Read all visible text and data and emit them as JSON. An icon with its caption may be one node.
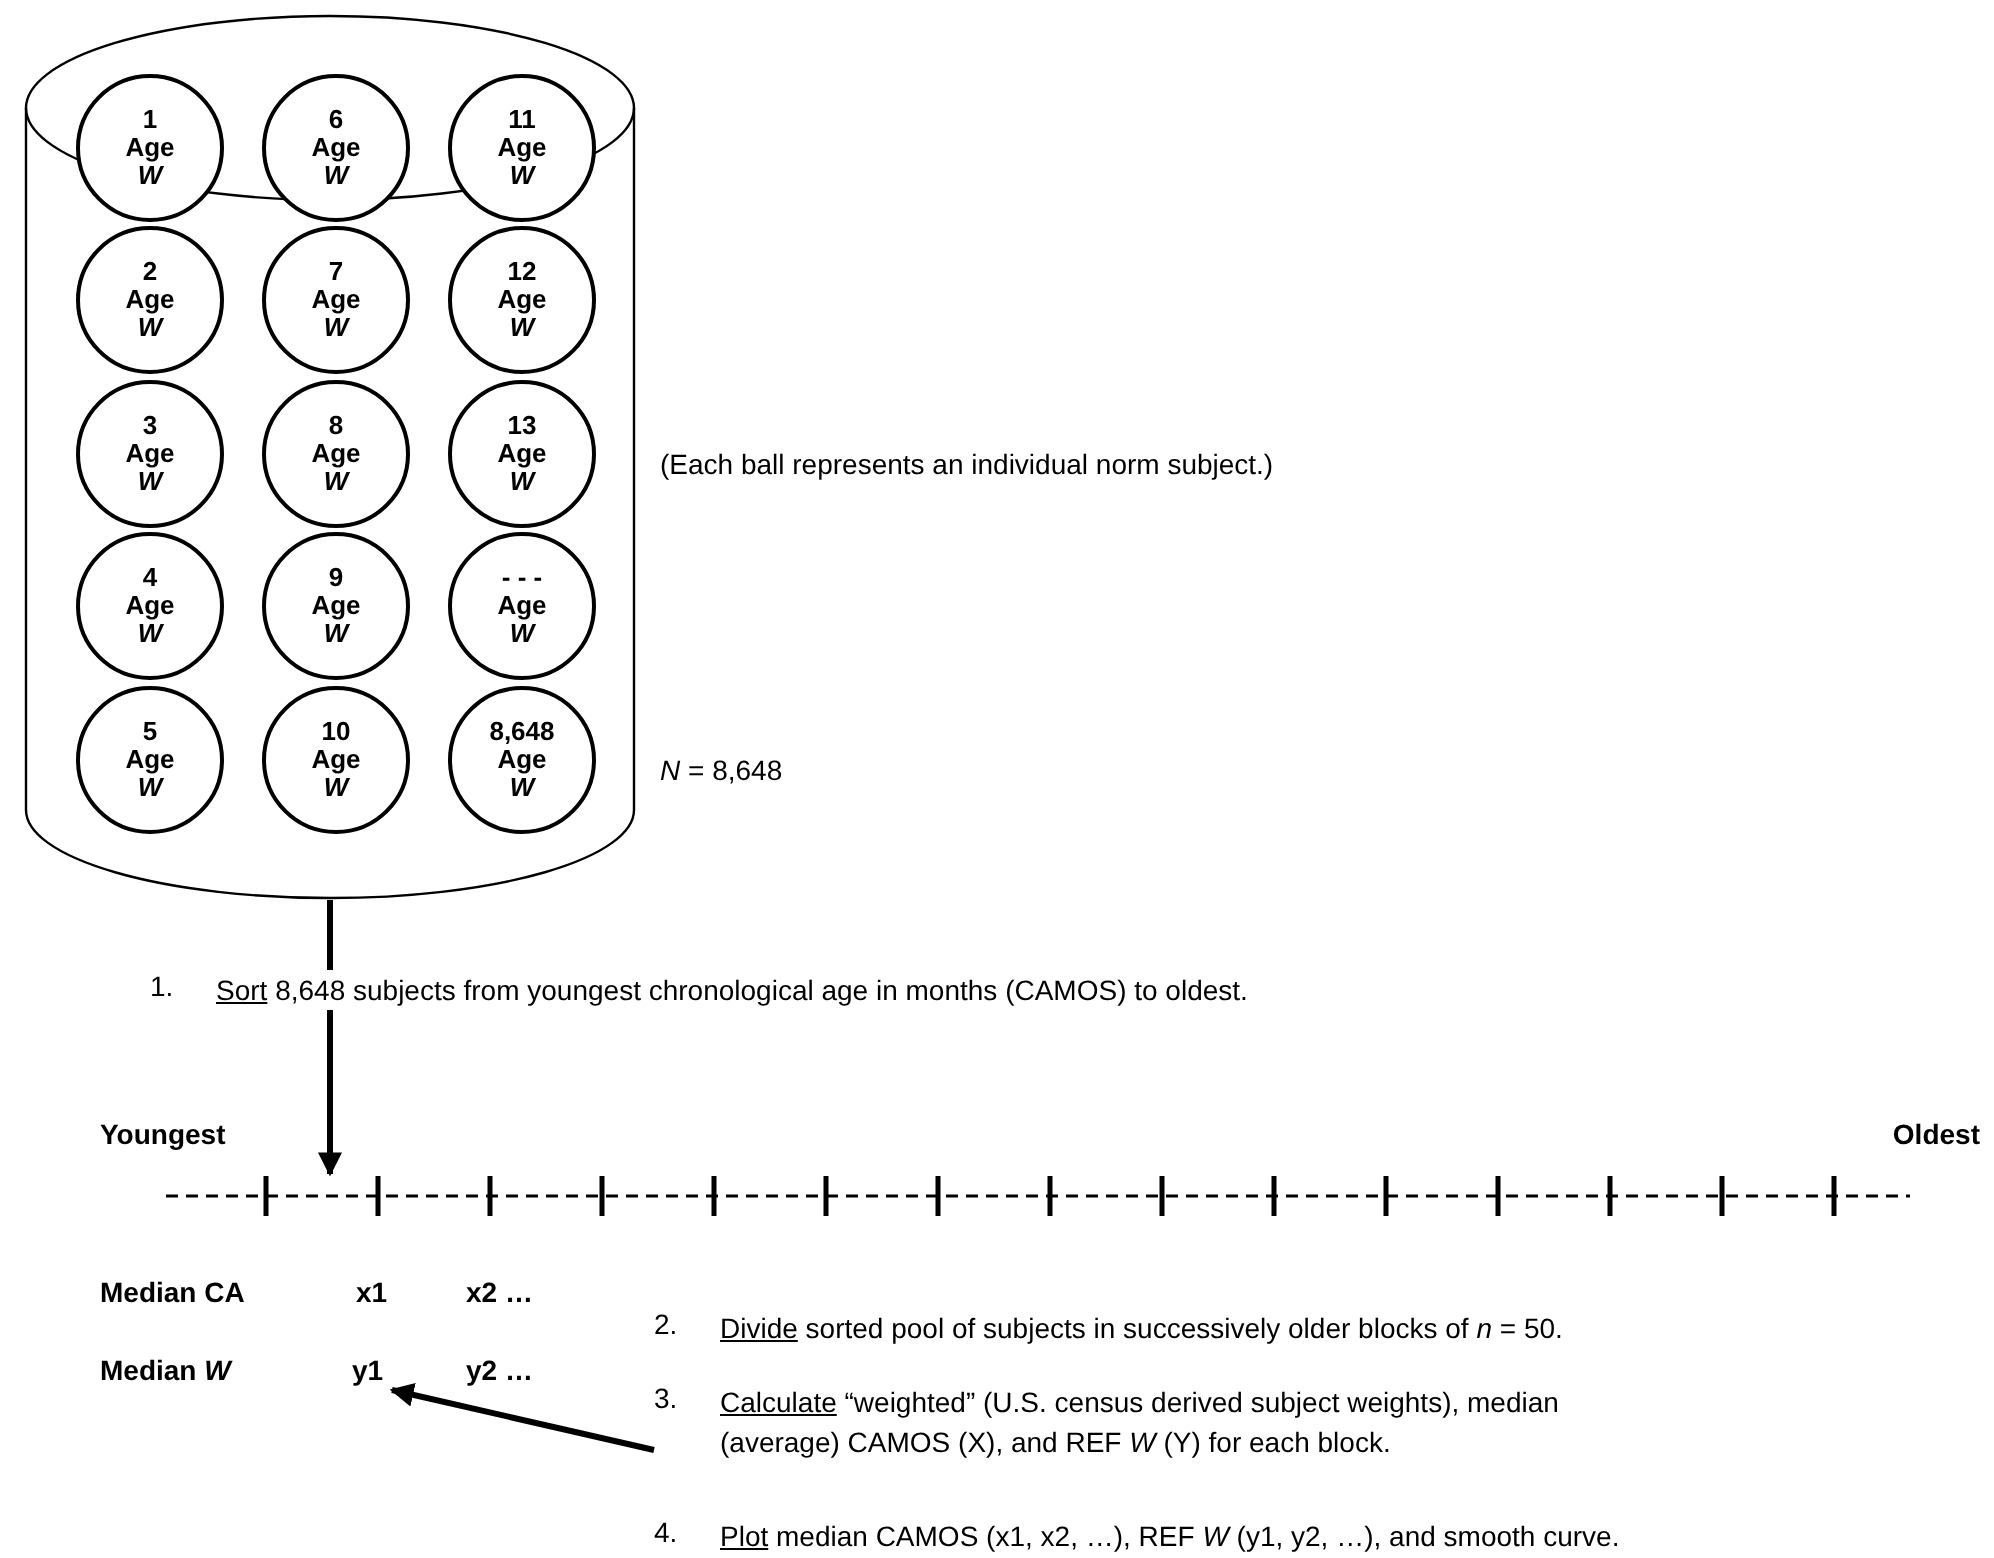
{
  "diagram": {
    "nodes": [
      {
        "text": [],
        "shape": "cylinder",
        "beside": [
          "(Each ball represents an individual norm subject.)",
          "*N* = 8,648"
        ]
      },
      {
        "text": [
          "1",
          "Age",
          "W"
        ],
        "in": 0
      },
      {
        "text": [
          "6",
          "Age",
          "W"
        ],
        "in": 0
      },
      {
        "text": [
          "11",
          "Age",
          "W"
        ],
        "in": 0
      },
      {
        "text": [
          "2",
          "Age",
          "W"
        ],
        "in": 0
      },
      {
        "text": [
          "7",
          "Age",
          "W"
        ],
        "in": 0
      },
      {
        "text": [
          "12",
          "Age",
          "W"
        ],
        "in": 0
      },
      {
        "text": [
          "3",
          "Age",
          "W"
        ],
        "in": 0
      },
      {
        "text": [
          "8",
          "Age",
          "W"
        ],
        "in": 0
      },
      {
        "text": [
          "13",
          "Age",
          "W"
        ],
        "in": 0
      },
      {
        "text": [
          "4",
          "Age",
          "W"
        ],
        "in": 0
      },
      {
        "text": [
          "9",
          "Age",
          "W"
        ],
        "in": 0
      },
      {
        "text": [
          "- - -",
          "Age",
          "W"
        ],
        "in": 0
      },
      {
        "text": [
          "5",
          "Age",
          "W"
        ],
        "in": 0
      },
      {
        "text": [
          "10",
          "Age",
          "W"
        ],
        "in": 0
      },
      {
        "text": [
          "8,648",
          "Age",
          "W"
        ],
        "in": 0
      },
      {
        "text": [
          "1.",
          "Sort 8,648 subjects from youngest chronological age in months (CAMOS) to oldest."
        ]
      },
      {
        "text": [],
        "shape": "bar",
        "beside": [
          "Youngest",
          "Oldest"
        ]
      },
      {
        "text": [
          "y1"
        ]
      },
      {
        "text": [
          "2.",
          "Divide sorted pool of subjects in successively older blocks of *n* = 50."
        ]
      },
      {
        "text": [
          "3.",
          "Calculate “weighted” (U.S. census derived subject weights), median (average) CAMOS (X), and REF *W* (Y) for each block."
        ]
      },
      {
        "text": [
          "4.",
          "Plot median CAMOS (x1, x2, …), REF *W* (y1, y2, …), and smooth curve."
        ]
      }
    ],
    "edges": [
      {
        "from": 0,
        "to": 16,
        "arrow": "none"
      },
      {
        "from": 16,
        "to": 17,
        "arrow": "to"
      },
      {
        "from": 20,
        "to": 18,
        "arrow": "to"
      }
    ],
    "labels": [
      "Median CA",
      "x1",
      "x2 …",
      "Median *W*",
      "y2 …"
    ]
  }
}
